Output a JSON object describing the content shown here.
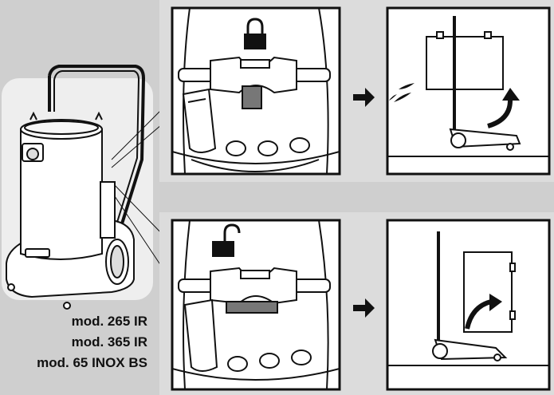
{
  "colors": {
    "background": "#cfcfcf",
    "panel_light": "#ffffff",
    "panel_dark": "#e6e6e6",
    "ink": "#111111",
    "handle_gray": "#777777"
  },
  "icons": {
    "top_lock": "lock-closed-icon",
    "bottom_lock": "lock-open-icon",
    "arrow": "arrow-right-icon",
    "tilt": "curved-arrow-icon",
    "spray": "liquid-spray-icon"
  },
  "models": {
    "line1": "mod. 265 IR",
    "line2": "mod. 365 IR",
    "line3": "mod. 65 INOX BS"
  }
}
